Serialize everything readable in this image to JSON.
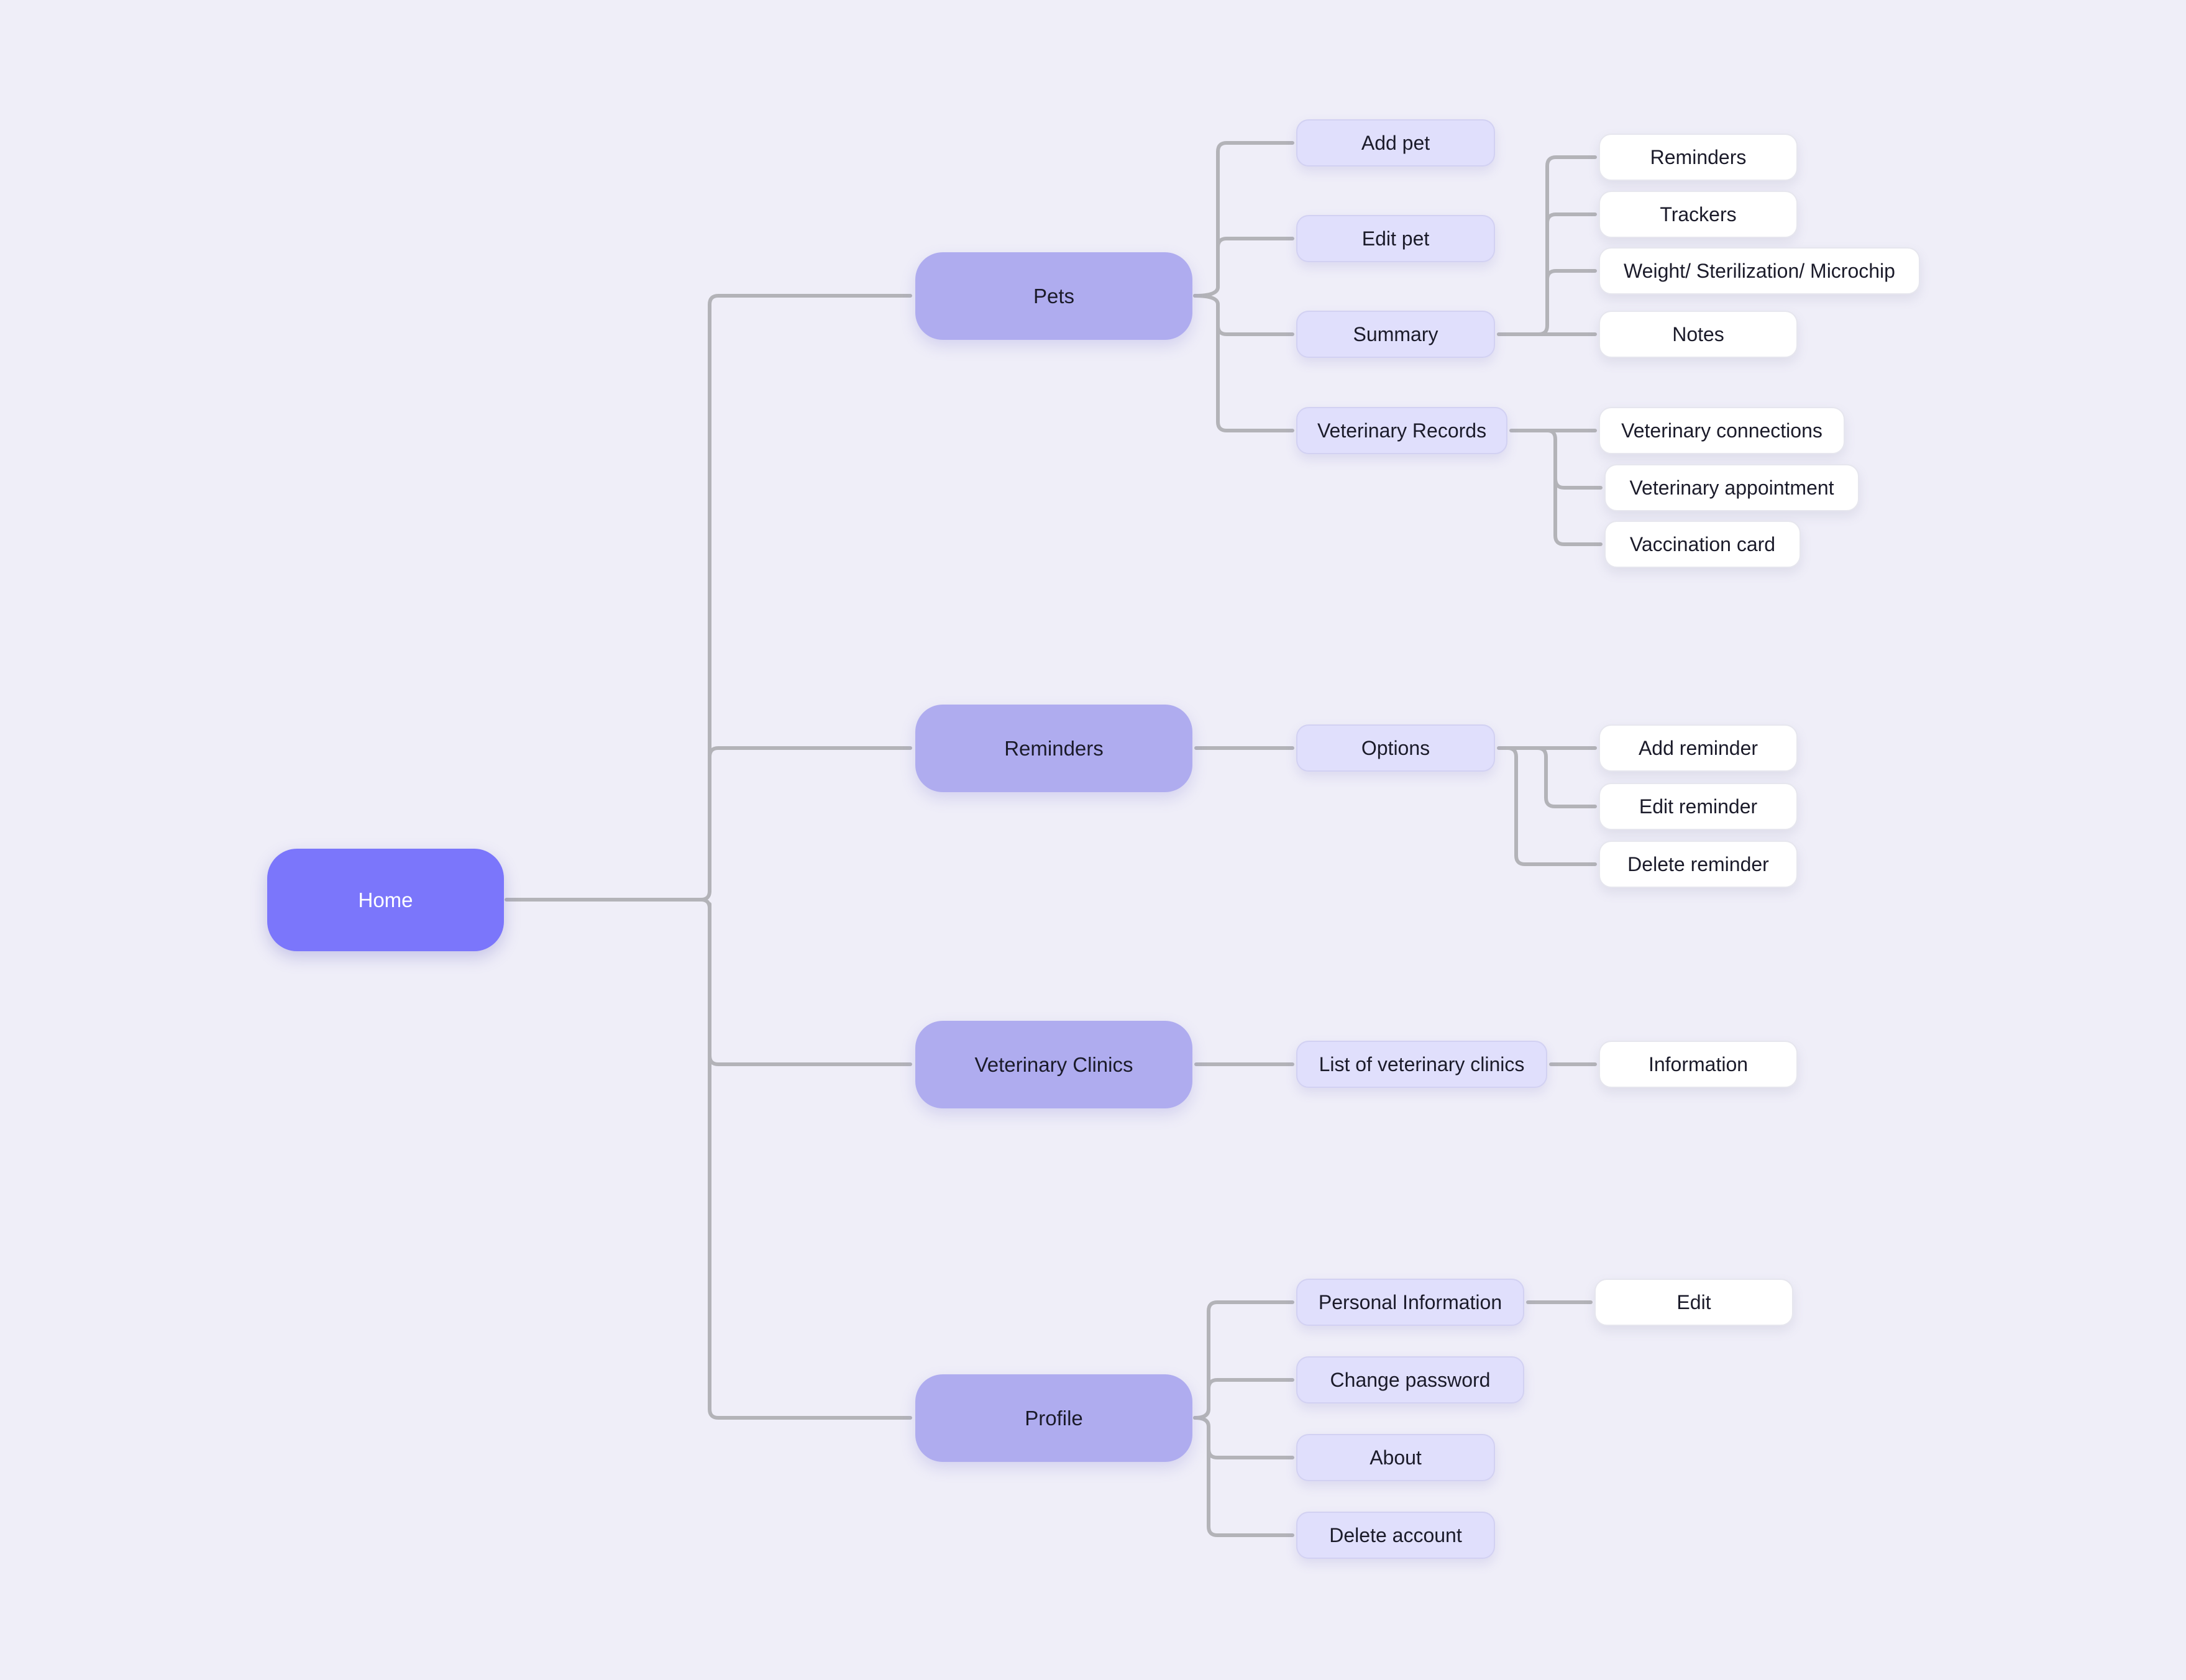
{
  "colors": {
    "background": "#efeef8",
    "root": "#7b76fb",
    "level1": "#afacef",
    "level2": "#e0dffc",
    "level3": "#ffffff",
    "connector": "#b3b3b8"
  },
  "sitemap": {
    "home": "Home",
    "pets": {
      "label": "Pets",
      "add_pet": "Add pet",
      "edit_pet": "Edit pet",
      "summary": {
        "label": "Summary",
        "reminders": "Reminders",
        "trackers": "Trackers",
        "weight": "Weight/ Sterilization/ Microchip",
        "notes": "Notes"
      },
      "vet_records": {
        "label": "Veterinary Records",
        "connections": "Veterinary connections",
        "appointment": "Veterinary appointment",
        "vaccination": "Vaccination card"
      }
    },
    "reminders": {
      "label": "Reminders",
      "options": {
        "label": "Options",
        "add": "Add reminder",
        "edit": "Edit reminder",
        "delete": "Delete reminder"
      }
    },
    "clinics": {
      "label": "Veterinary Clinics",
      "list": {
        "label": "List of veterinary clinics",
        "information": "Information"
      }
    },
    "profile": {
      "label": "Profile",
      "personal": {
        "label": "Personal Information",
        "edit": "Edit"
      },
      "change_password": "Change password",
      "about": "About",
      "delete_account": "Delete account"
    }
  }
}
